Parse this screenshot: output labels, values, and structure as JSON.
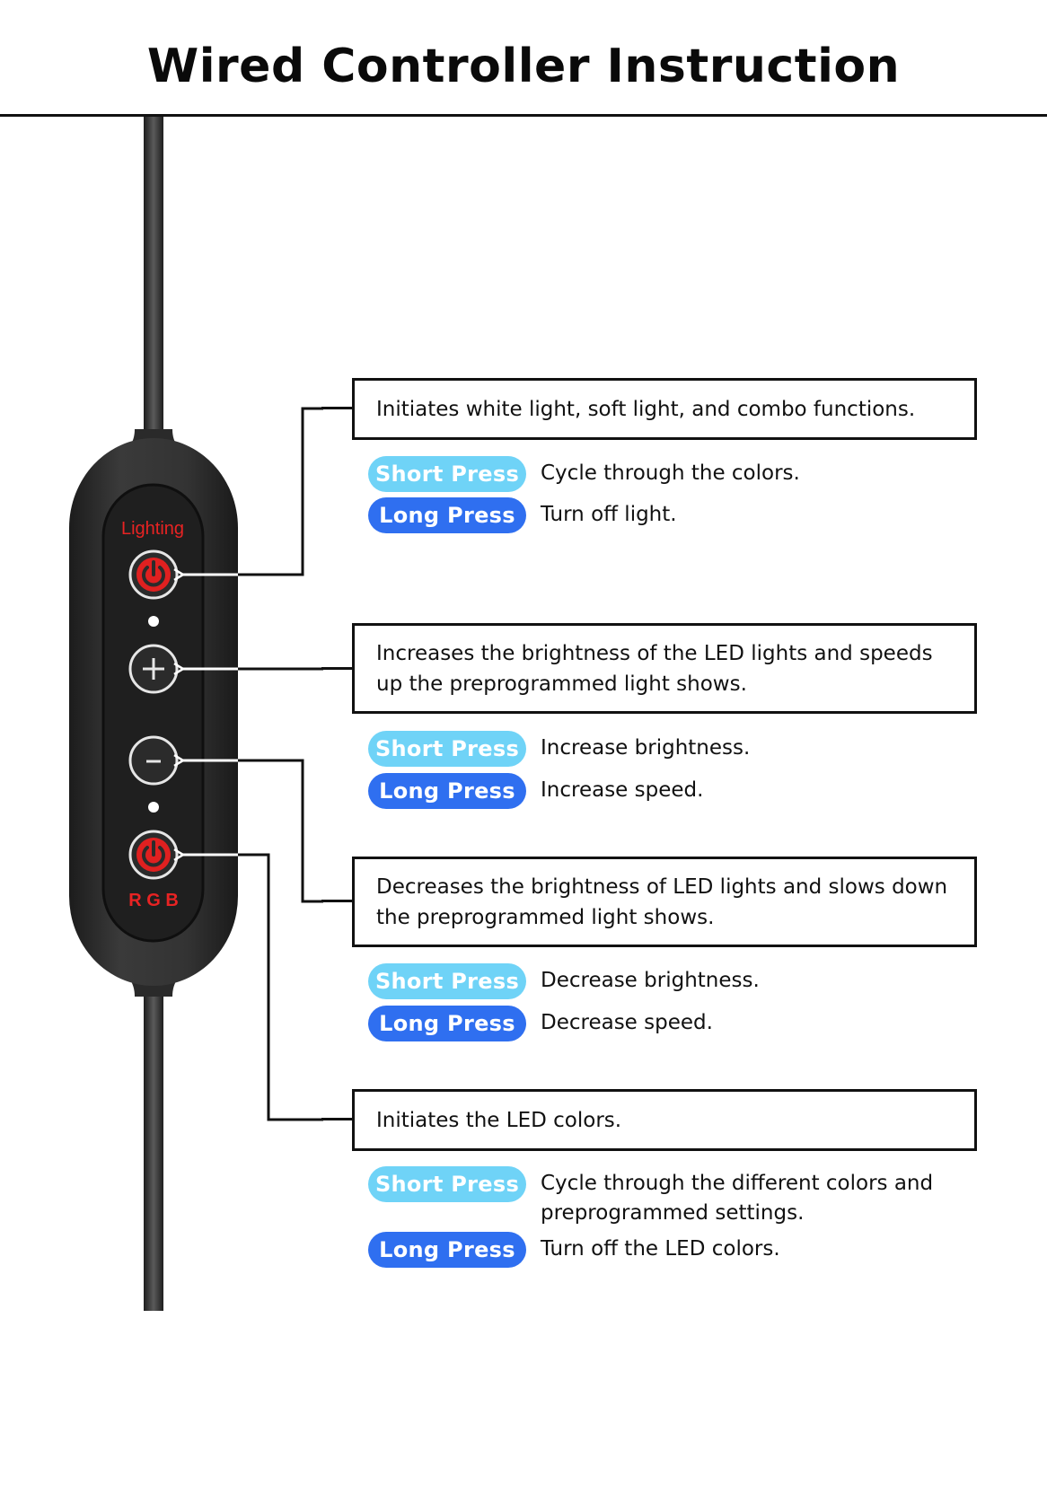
{
  "title": "Wired Controller Instruction",
  "controller": {
    "top_label": "Lighting",
    "bottom_label": "R G B",
    "buttons": [
      {
        "name": "lighting-power",
        "icon": "power-icon"
      },
      {
        "name": "plus",
        "icon": "plus-icon"
      },
      {
        "name": "minus",
        "icon": "minus-icon"
      },
      {
        "name": "rgb-power",
        "icon": "power-icon"
      }
    ]
  },
  "colors": {
    "short_press": "#6fd3f7",
    "long_press": "#2f6ff0",
    "power_icon": "#e02020",
    "controller_body": "#2d2d2d"
  },
  "sections": [
    {
      "description": "Initiates white light, soft light, and combo functions.",
      "short_label": "Short Press",
      "short_text": "Cycle through the colors.",
      "long_label": "Long Press",
      "long_text": "Turn off light."
    },
    {
      "description": "Increases the brightness of the LED lights and speeds up the preprogrammed light shows.",
      "short_label": "Short Press",
      "short_text": "Increase brightness.",
      "long_label": "Long Press",
      "long_text": "Increase speed."
    },
    {
      "description": "Decreases the brightness of LED lights and slows down the preprogrammed light shows.",
      "short_label": "Short Press",
      "short_text": "Decrease brightness.",
      "long_label": "Long Press",
      "long_text": "Decrease speed."
    },
    {
      "description": "Initiates the LED colors.",
      "short_label": "Short Press",
      "short_text": "Cycle through the different colors and preprogrammed settings.",
      "long_label": "Long Press",
      "long_text": "Turn off the LED colors."
    }
  ]
}
